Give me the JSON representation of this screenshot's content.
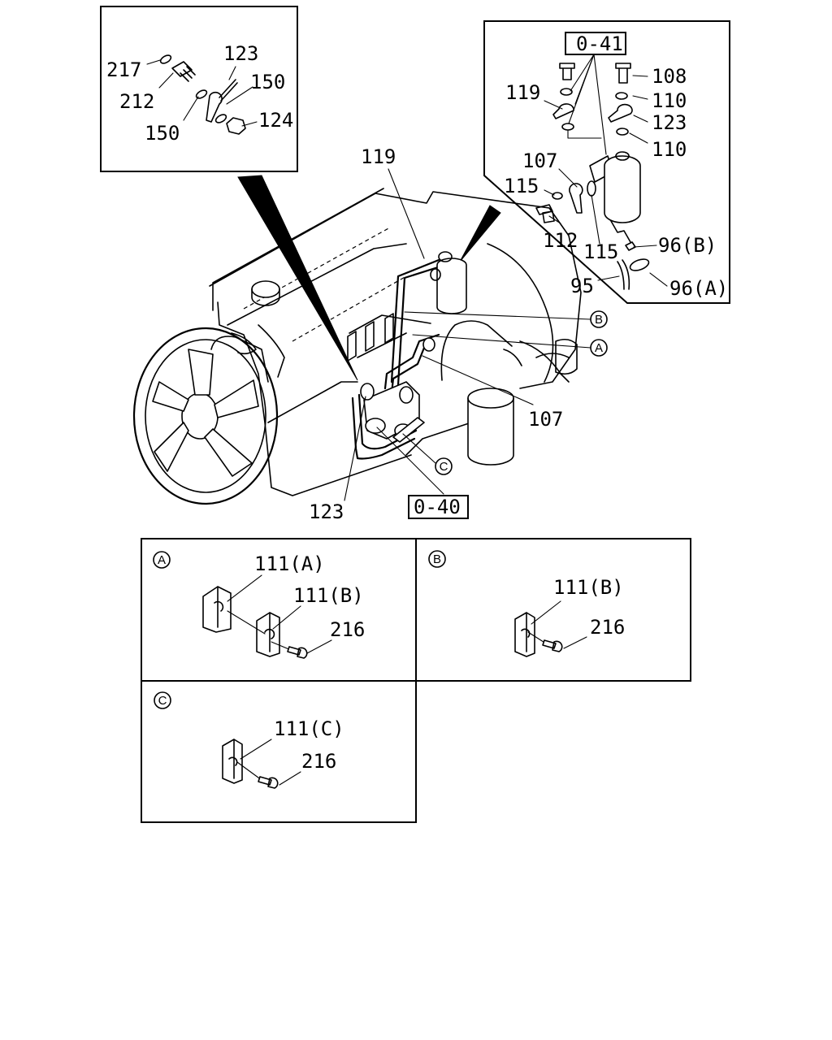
{
  "callouts": {
    "p217": "217",
    "p212": "212",
    "p123a": "123",
    "p150a": "150",
    "p150b": "150",
    "p124": "124",
    "p119a": "119",
    "p119b": "119",
    "p107a": "107",
    "p107b": "107",
    "p115a": "115",
    "p115b": "115",
    "p112": "112",
    "p108": "108",
    "p110a": "110",
    "p110b": "110",
    "p123b": "123",
    "p123c": "123",
    "p96b": "96(B)",
    "p96a": "96(A)",
    "p95": "95",
    "d111a": "111(A)",
    "d111b_1": "111(B)",
    "d216_1": "216",
    "d111b_2": "111(B)",
    "d216_2": "216",
    "d111c": "111(C)",
    "d216_3": "216"
  },
  "refs": {
    "ref_041": "0-41",
    "ref_040": "0-40"
  },
  "markers": {
    "a": "A",
    "b": "B",
    "c": "C"
  }
}
